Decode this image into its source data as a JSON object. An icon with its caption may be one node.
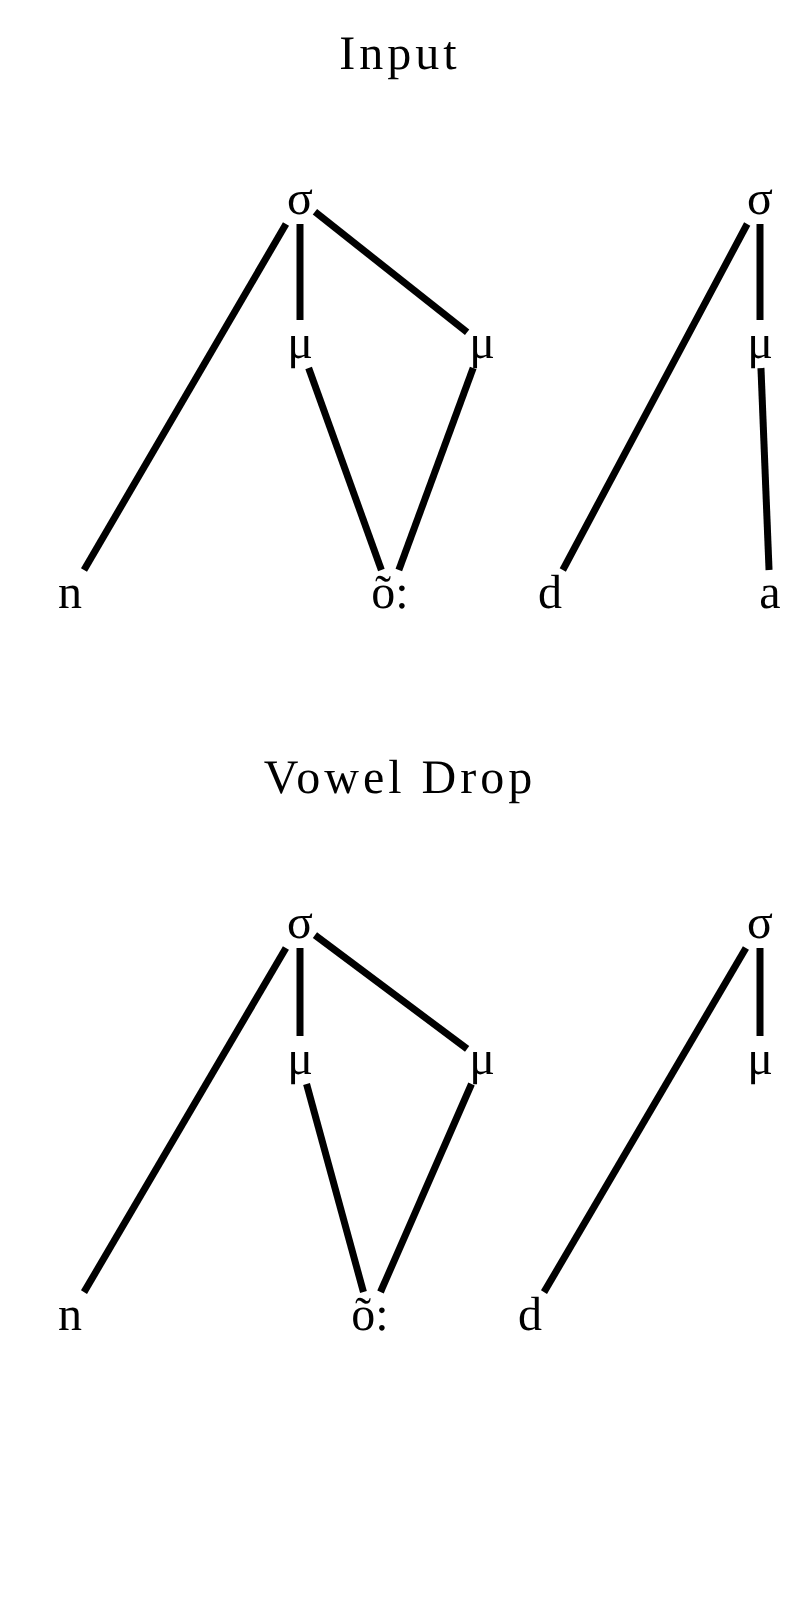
{
  "diagram": {
    "nodes": [
      {
        "text": [
          "σ"
        ]
      },
      {
        "text": [
          "μ"
        ]
      },
      {
        "text": [
          "μ"
        ]
      },
      {
        "text": [
          "n"
        ]
      },
      {
        "text": [
          "õ:"
        ]
      },
      {
        "text": [
          "σ"
        ]
      },
      {
        "text": [
          "μ"
        ]
      },
      {
        "text": [
          "d"
        ]
      },
      {
        "text": [
          "a"
        ]
      },
      {
        "text": [
          "σ"
        ]
      },
      {
        "text": [
          "μ"
        ]
      },
      {
        "text": [
          "μ"
        ]
      },
      {
        "text": [
          "n"
        ]
      },
      {
        "text": [
          "õ:"
        ]
      },
      {
        "text": [
          "σ"
        ]
      },
      {
        "text": [
          "μ"
        ]
      },
      {
        "text": [
          "d"
        ]
      }
    ],
    "edges": [
      {
        "from": 0,
        "to": 3,
        "arrow": "none"
      },
      {
        "from": 0,
        "to": 1,
        "arrow": "none"
      },
      {
        "from": 0,
        "to": 2,
        "arrow": "none"
      },
      {
        "from": 1,
        "to": 4,
        "arrow": "none"
      },
      {
        "from": 2,
        "to": 4,
        "arrow": "none"
      },
      {
        "from": 5,
        "to": 7,
        "arrow": "none"
      },
      {
        "from": 5,
        "to": 6,
        "arrow": "none"
      },
      {
        "from": 6,
        "to": 8,
        "arrow": "none"
      },
      {
        "from": 9,
        "to": 12,
        "arrow": "none"
      },
      {
        "from": 9,
        "to": 10,
        "arrow": "none"
      },
      {
        "from": 9,
        "to": 11,
        "arrow": "none"
      },
      {
        "from": 10,
        "to": 13,
        "arrow": "none"
      },
      {
        "from": 11,
        "to": 13,
        "arrow": "none"
      },
      {
        "from": 14,
        "to": 16,
        "arrow": "none"
      },
      {
        "from": 14,
        "to": 15,
        "arrow": "none"
      }
    ],
    "labels": [
      "Input",
      "Vowel Drop"
    ]
  }
}
